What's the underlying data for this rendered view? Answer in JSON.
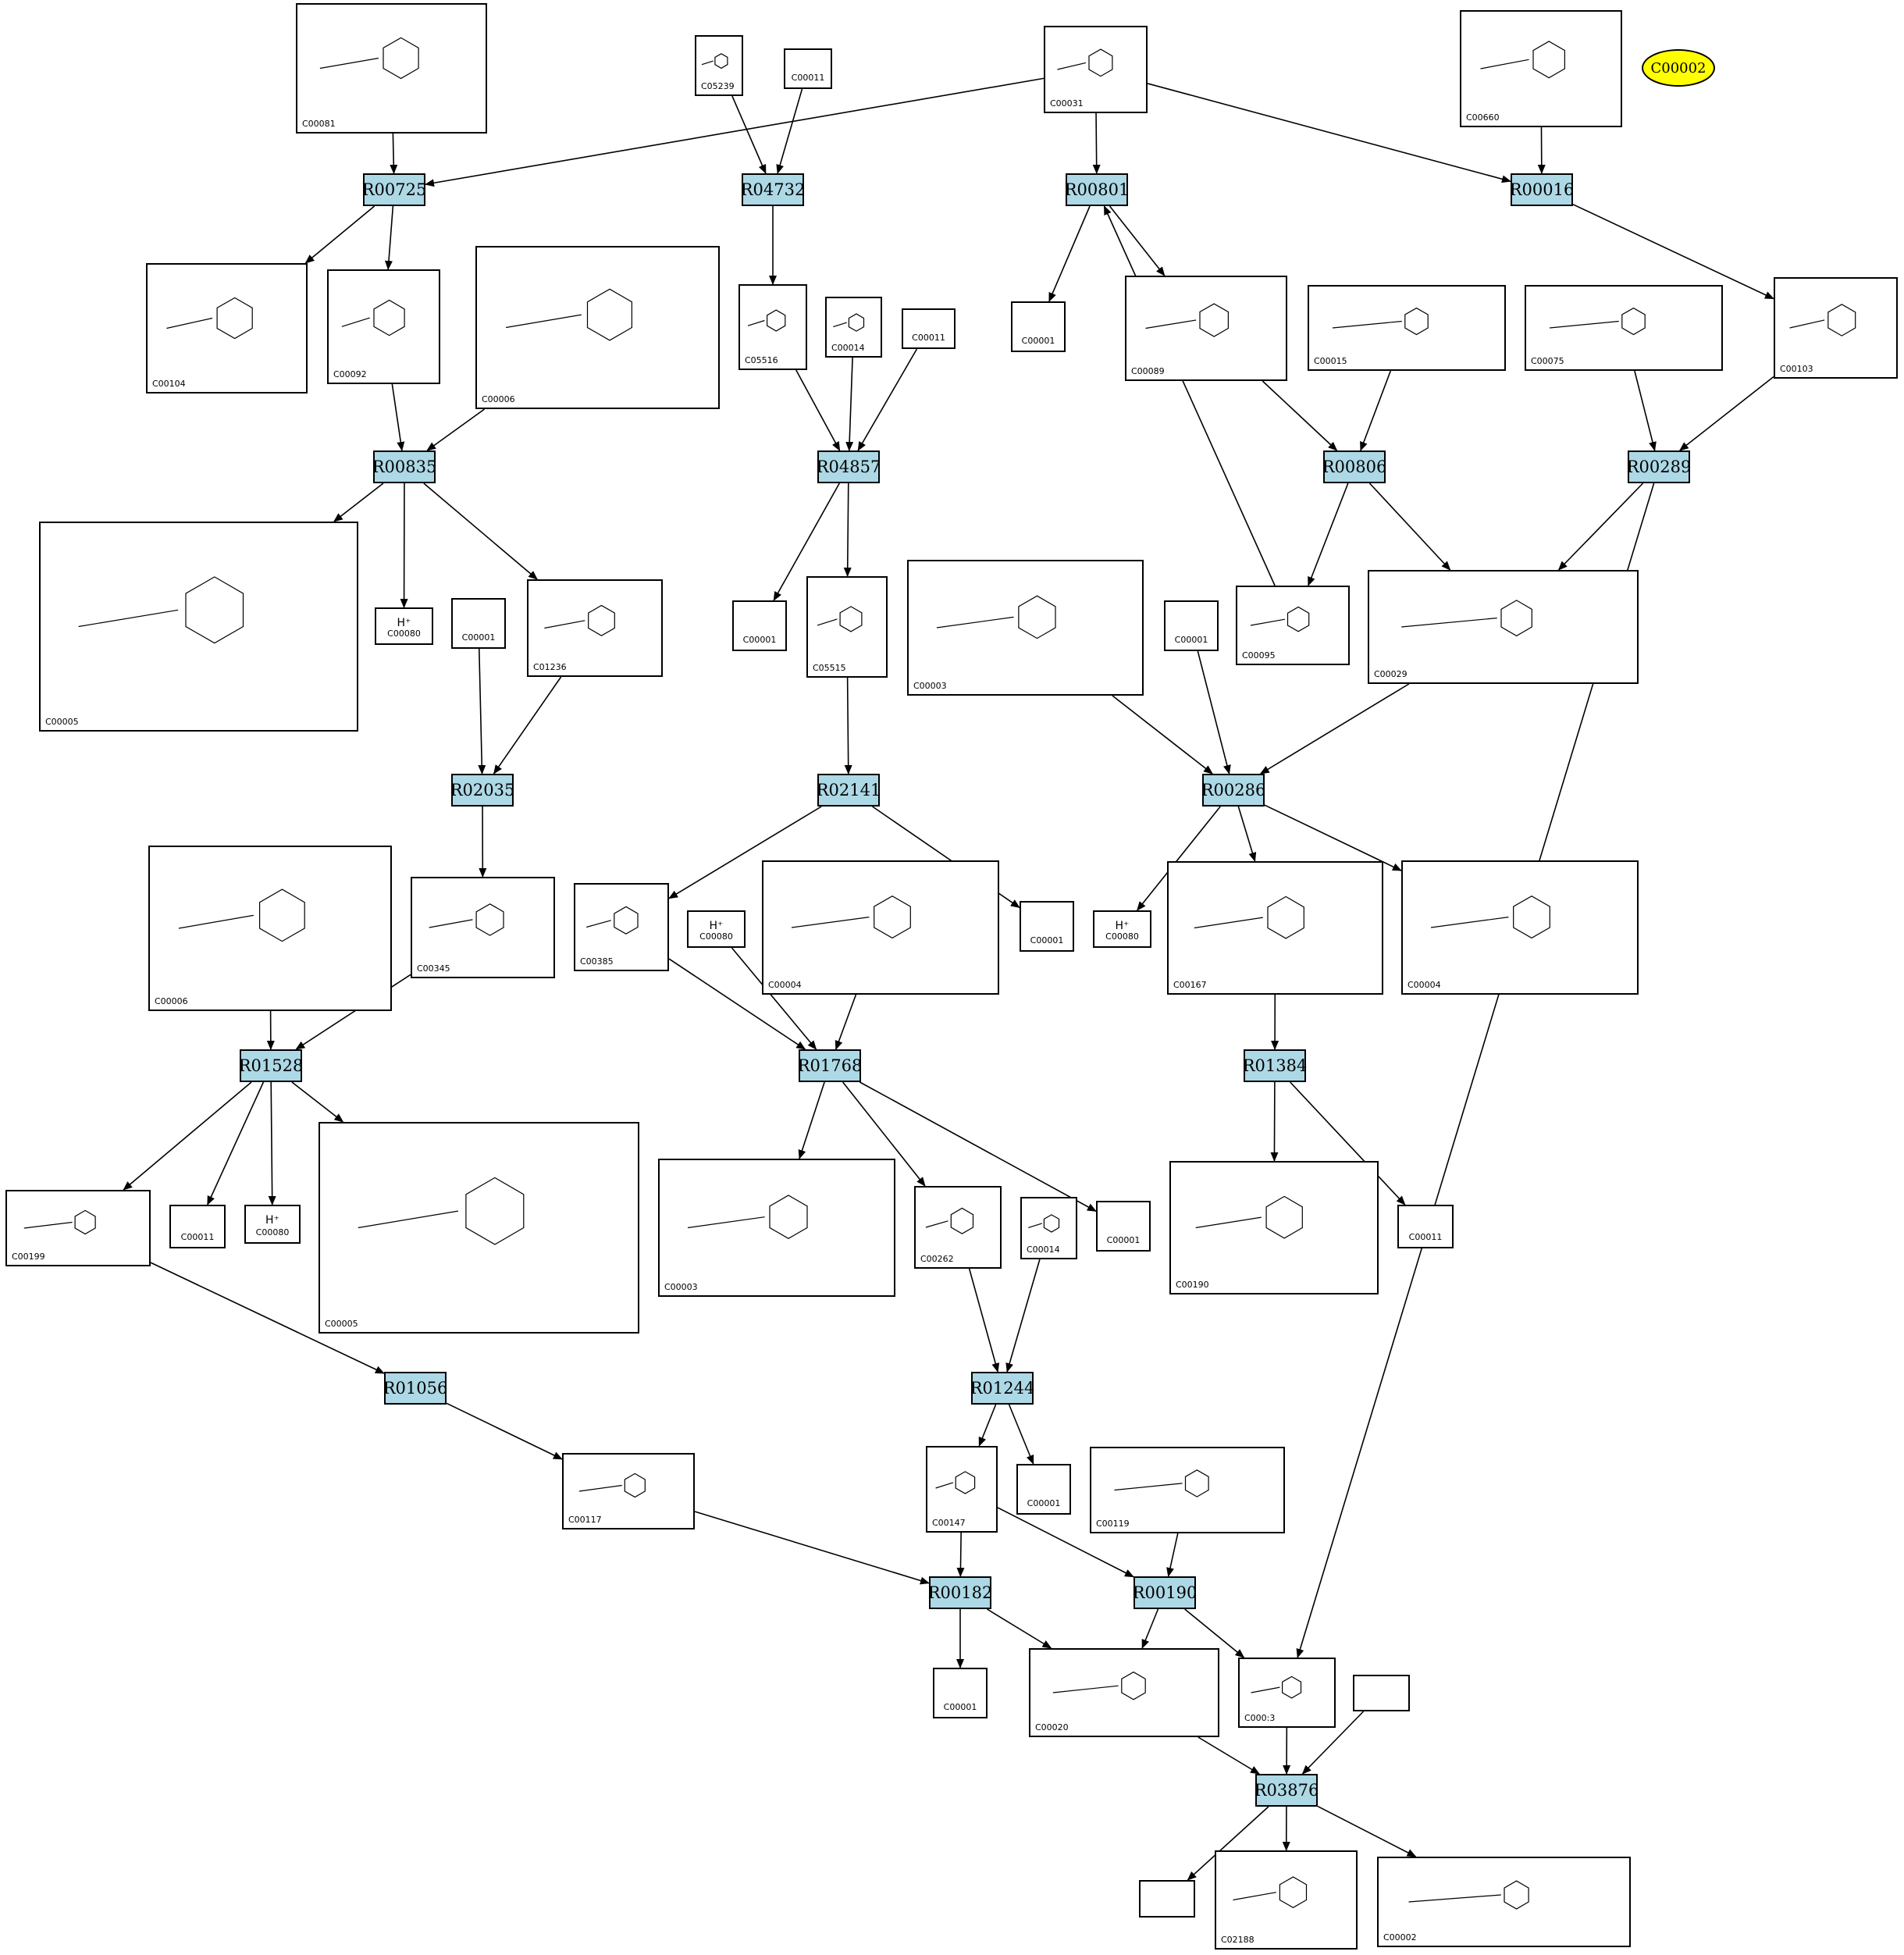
{
  "reactions": [
    {
      "key": "R00725",
      "label": "R00725"
    },
    {
      "key": "R04732",
      "label": "R04732"
    },
    {
      "key": "R00801",
      "label": "R00801"
    },
    {
      "key": "R00016",
      "label": "R00016"
    },
    {
      "key": "R00835",
      "label": "R00835"
    },
    {
      "key": "R04857",
      "label": "R04857"
    },
    {
      "key": "R00806",
      "label": "R00806"
    },
    {
      "key": "R00289",
      "label": "R00289"
    },
    {
      "key": "R02035",
      "label": "R02035"
    },
    {
      "key": "R02141",
      "label": "R02141"
    },
    {
      "key": "R00286",
      "label": "R00286"
    },
    {
      "key": "R01528",
      "label": "R01528"
    },
    {
      "key": "R01768",
      "label": "R01768"
    },
    {
      "key": "R01384",
      "label": "R01384"
    },
    {
      "key": "R01056",
      "label": "R01056"
    },
    {
      "key": "R01244",
      "label": "R01244"
    },
    {
      "key": "R00182",
      "label": "R00182"
    },
    {
      "key": "R00190",
      "label": "R00190"
    },
    {
      "key": "R03876",
      "label": "R03876"
    }
  ],
  "compounds": [
    {
      "key": "c00081",
      "id": "C00081",
      "symbol": ""
    },
    {
      "key": "c05239",
      "id": "C05239",
      "symbol": ""
    },
    {
      "key": "c00011a",
      "id": "C00011",
      "symbol": ""
    },
    {
      "key": "c00031",
      "id": "C00031",
      "symbol": ""
    },
    {
      "key": "c00660",
      "id": "C00660",
      "symbol": ""
    },
    {
      "key": "c00104",
      "id": "C00104",
      "symbol": ""
    },
    {
      "key": "c00092",
      "id": "C00092",
      "symbol": ""
    },
    {
      "key": "c00006a",
      "id": "C00006",
      "symbol": ""
    },
    {
      "key": "c05516",
      "id": "C05516",
      "symbol": ""
    },
    {
      "key": "c00014a",
      "id": "C00014",
      "symbol": ""
    },
    {
      "key": "c00011b",
      "id": "C00011",
      "symbol": ""
    },
    {
      "key": "c00001a",
      "id": "C00001",
      "symbol": ""
    },
    {
      "key": "c00089",
      "id": "C00089",
      "symbol": ""
    },
    {
      "key": "c00015",
      "id": "C00015",
      "symbol": ""
    },
    {
      "key": "c00075",
      "id": "C00075",
      "symbol": ""
    },
    {
      "key": "c00103",
      "id": "C00103",
      "symbol": ""
    },
    {
      "key": "c00005a",
      "id": "C00005",
      "symbol": ""
    },
    {
      "key": "c00080a",
      "id": "C00080",
      "symbol": "H⁺"
    },
    {
      "key": "c00001b",
      "id": "C00001",
      "symbol": ""
    },
    {
      "key": "c01236",
      "id": "C01236",
      "symbol": ""
    },
    {
      "key": "c00001c",
      "id": "C00001",
      "symbol": ""
    },
    {
      "key": "c05515",
      "id": "C05515",
      "symbol": ""
    },
    {
      "key": "c00003a",
      "id": "C00003",
      "symbol": ""
    },
    {
      "key": "c00001d",
      "id": "C00001",
      "symbol": ""
    },
    {
      "key": "c00095",
      "id": "C00095",
      "symbol": ""
    },
    {
      "key": "c00029",
      "id": "C00029",
      "symbol": ""
    },
    {
      "key": "c00006b",
      "id": "C00006",
      "symbol": ""
    },
    {
      "key": "c00345",
      "id": "C00345",
      "symbol": ""
    },
    {
      "key": "c00385",
      "id": "C00385",
      "symbol": ""
    },
    {
      "key": "c00080b",
      "id": "C00080",
      "symbol": "H⁺"
    },
    {
      "key": "c00004a",
      "id": "C00004",
      "symbol": ""
    },
    {
      "key": "c00001e",
      "id": "C00001",
      "symbol": ""
    },
    {
      "key": "c00080c",
      "id": "C00080",
      "symbol": "H⁺"
    },
    {
      "key": "c00167",
      "id": "C00167",
      "symbol": ""
    },
    {
      "key": "c00004b",
      "id": "C00004",
      "symbol": ""
    },
    {
      "key": "c00199",
      "id": "C00199",
      "symbol": ""
    },
    {
      "key": "c00011c",
      "id": "C00011",
      "symbol": ""
    },
    {
      "key": "c00080d",
      "id": "C00080",
      "symbol": "H⁺"
    },
    {
      "key": "c00005b",
      "id": "C00005",
      "symbol": ""
    },
    {
      "key": "c00003b",
      "id": "C00003",
      "symbol": ""
    },
    {
      "key": "c00262",
      "id": "C00262",
      "symbol": ""
    },
    {
      "key": "c00014b",
      "id": "C00014",
      "symbol": ""
    },
    {
      "key": "c00001f",
      "id": "C00001",
      "symbol": ""
    },
    {
      "key": "c00190",
      "id": "C00190",
      "symbol": ""
    },
    {
      "key": "c00011d",
      "id": "C00011",
      "symbol": ""
    },
    {
      "key": "c00117",
      "id": "C00117",
      "symbol": ""
    },
    {
      "key": "c00147",
      "id": "C00147",
      "symbol": ""
    },
    {
      "key": "c00001g",
      "id": "C00001",
      "symbol": ""
    },
    {
      "key": "c00119",
      "id": "C00119",
      "symbol": ""
    },
    {
      "key": "c00001h",
      "id": "C00001",
      "symbol": ""
    },
    {
      "key": "c00020",
      "id": "C00020",
      "symbol": ""
    },
    {
      "key": "c00013",
      "id": "C000:3",
      "symbol": ""
    },
    {
      "key": "blank1",
      "id": "",
      "symbol": ""
    },
    {
      "key": "blank2",
      "id": "",
      "symbol": ""
    },
    {
      "key": "c02188",
      "id": "C02188",
      "symbol": ""
    },
    {
      "key": "c00002",
      "id": "C00002",
      "symbol": ""
    }
  ],
  "highlight": {
    "label": "C00002",
    "color": "#ffff00"
  },
  "colors": {
    "reaction_fill": "#add8e6",
    "edge": "#000000"
  },
  "edges": [
    [
      "c00081",
      "R00725"
    ],
    [
      "c00031",
      "R00725"
    ],
    [
      "R00725",
      "c00104"
    ],
    [
      "R00725",
      "c00092"
    ],
    [
      "c05239",
      "R04732"
    ],
    [
      "c00011a",
      "R04732"
    ],
    [
      "R04732",
      "c05516"
    ],
    [
      "c00031",
      "R00801"
    ],
    [
      "R00801",
      "c00001a"
    ],
    [
      "R00801",
      "c00089"
    ],
    [
      "c00031",
      "R00016"
    ],
    [
      "c00660",
      "R00016"
    ],
    [
      "R00016",
      "c00103"
    ],
    [
      "c00092",
      "R00835"
    ],
    [
      "c00006a",
      "R00835"
    ],
    [
      "R00835",
      "c00005a"
    ],
    [
      "R00835",
      "c00080a"
    ],
    [
      "R00835",
      "c01236"
    ],
    [
      "c05516",
      "R04857"
    ],
    [
      "c00014a",
      "R04857"
    ],
    [
      "c00011b",
      "R04857"
    ],
    [
      "R04857",
      "c00001c"
    ],
    [
      "R04857",
      "c05515"
    ],
    [
      "c00089",
      "R00806"
    ],
    [
      "c00015",
      "R00806"
    ],
    [
      "R00806",
      "c00095"
    ],
    [
      "R00806",
      "c00029"
    ],
    [
      "c00075",
      "R00289"
    ],
    [
      "c00103",
      "R00289"
    ],
    [
      "R00289",
      "c00029"
    ],
    [
      "R00289",
      "c00013"
    ],
    [
      "c00001b",
      "R02035"
    ],
    [
      "c01236",
      "R02035"
    ],
    [
      "R02035",
      "c00345"
    ],
    [
      "c05515",
      "R02141"
    ],
    [
      "R02141",
      "c00385"
    ],
    [
      "R02141",
      "c00001e"
    ],
    [
      "c00003a",
      "R00286"
    ],
    [
      "c00001d",
      "R00286"
    ],
    [
      "c00029",
      "R00286"
    ],
    [
      "R00286",
      "c00080c"
    ],
    [
      "R00286",
      "c00167"
    ],
    [
      "R00286",
      "c00004b"
    ],
    [
      "c00095",
      "R00801"
    ],
    [
      "c00006b",
      "R01528"
    ],
    [
      "c00345",
      "R01528"
    ],
    [
      "R01528",
      "c00199"
    ],
    [
      "R01528",
      "c00011c"
    ],
    [
      "R01528",
      "c00080d"
    ],
    [
      "R01528",
      "c00005b"
    ],
    [
      "c00385",
      "R01768"
    ],
    [
      "c00080b",
      "R01768"
    ],
    [
      "c00004a",
      "R01768"
    ],
    [
      "R01768",
      "c00003b"
    ],
    [
      "R01768",
      "c00262"
    ],
    [
      "R01768",
      "c00001f"
    ],
    [
      "c00167",
      "R01384"
    ],
    [
      "R01384",
      "c00190"
    ],
    [
      "R01384",
      "c00011d"
    ],
    [
      "c00199",
      "R01056"
    ],
    [
      "R01056",
      "c00117"
    ],
    [
      "c00262",
      "R01244"
    ],
    [
      "c00014b",
      "R01244"
    ],
    [
      "R01244",
      "c00147"
    ],
    [
      "R01244",
      "c00001g"
    ],
    [
      "c00117",
      "R00182"
    ],
    [
      "c00147",
      "R00182"
    ],
    [
      "R00182",
      "c00001h"
    ],
    [
      "R00182",
      "c00020"
    ],
    [
      "c00147",
      "R00190"
    ],
    [
      "c00119",
      "R00190"
    ],
    [
      "R00190",
      "c00020"
    ],
    [
      "R00190",
      "c00013"
    ],
    [
      "c00020",
      "R03876"
    ],
    [
      "c00013",
      "R03876"
    ],
    [
      "blank1",
      "R03876"
    ],
    [
      "R03876",
      "blank2"
    ],
    [
      "R03876",
      "c02188"
    ],
    [
      "R03876",
      "c00002"
    ]
  ]
}
